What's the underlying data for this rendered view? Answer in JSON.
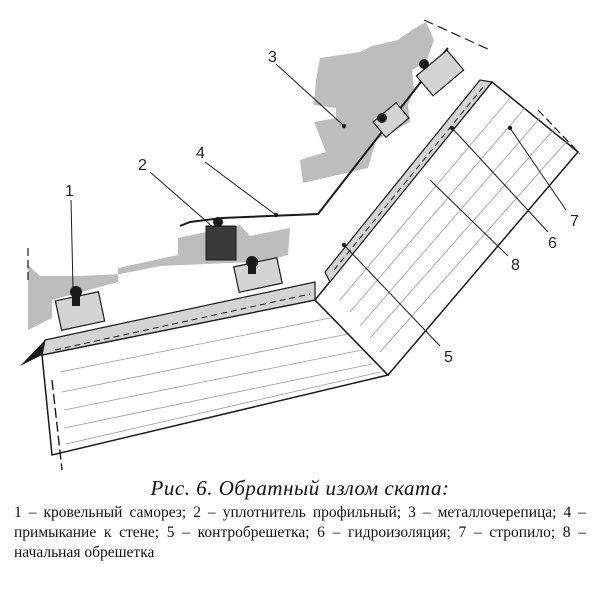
{
  "figure": {
    "callouts": [
      {
        "id": "1",
        "text": "1"
      },
      {
        "id": "2",
        "text": "2"
      },
      {
        "id": "3",
        "text": "3"
      },
      {
        "id": "4",
        "text": "4"
      },
      {
        "id": "5",
        "text": "5"
      },
      {
        "id": "6",
        "text": "6"
      },
      {
        "id": "7",
        "text": "7"
      },
      {
        "id": "8",
        "text": "8"
      }
    ],
    "colors": {
      "tile": "#bdbdbd",
      "board": "#ffffff",
      "line": "#1a1a1a",
      "seal": "#3a3a3a",
      "batten": "#d4d4d4"
    }
  },
  "caption": {
    "title": "Рис.   6. Обратный излом ската:",
    "text": "1 – кровельный саморез; 2 – уплотнитель профильный; 3 – металлочерепица; 4 – примыкание к стене; 5 – контробрешетка; 6 – гидроизоляция; 7 – стропило; 8 – начальная обрешетка"
  }
}
